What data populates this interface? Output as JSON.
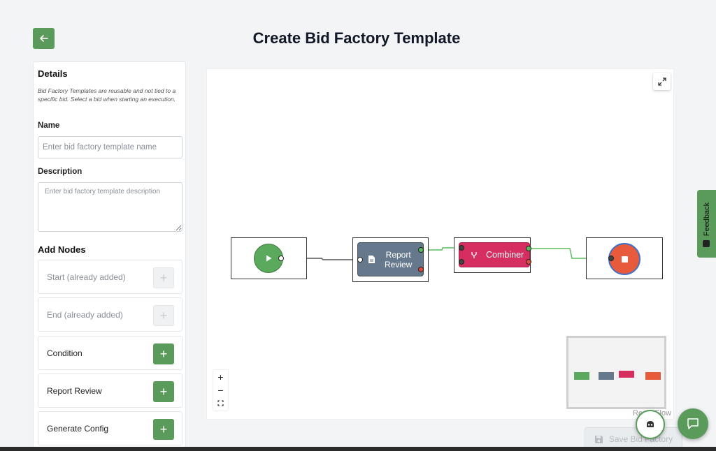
{
  "header": {
    "title": "Create Bid Factory Template"
  },
  "details": {
    "heading": "Details",
    "help": "Bid Factory Templates are reusable and not tied to a specific bid. Select a bid when starting an execution.",
    "name_label": "Name",
    "name_placeholder": "Enter bid factory template name",
    "description_label": "Description",
    "description_placeholder": "Enter bid factory template description"
  },
  "add_nodes": {
    "heading": "Add Nodes",
    "items": [
      {
        "label": "Start (already added)",
        "disabled": true
      },
      {
        "label": "End (already added)",
        "disabled": true
      },
      {
        "label": "Condition",
        "disabled": false
      },
      {
        "label": "Report Review",
        "disabled": false
      },
      {
        "label": "Generate Config",
        "disabled": false
      }
    ]
  },
  "flow": {
    "nodes": [
      {
        "type": "start",
        "color": "#5aa95c"
      },
      {
        "type": "report-review",
        "label_line1": "Report",
        "label_line2": "Review",
        "color": "#66798c"
      },
      {
        "type": "combiner",
        "label": "Combiner",
        "color": "#d72e62"
      },
      {
        "type": "end",
        "color": "#e85a3c"
      }
    ],
    "attribution": "React Flow"
  },
  "zoom_controls": {
    "zoom_in": "+",
    "zoom_out": "−"
  },
  "footer": {
    "save_label": "Save Bid Factory"
  },
  "feedback": {
    "label": "Feedback"
  },
  "colors": {
    "accent": "#5a9b5c",
    "start": "#5aa95c",
    "report": "#66798c",
    "combiner": "#d72e62",
    "end": "#e85a3c"
  }
}
